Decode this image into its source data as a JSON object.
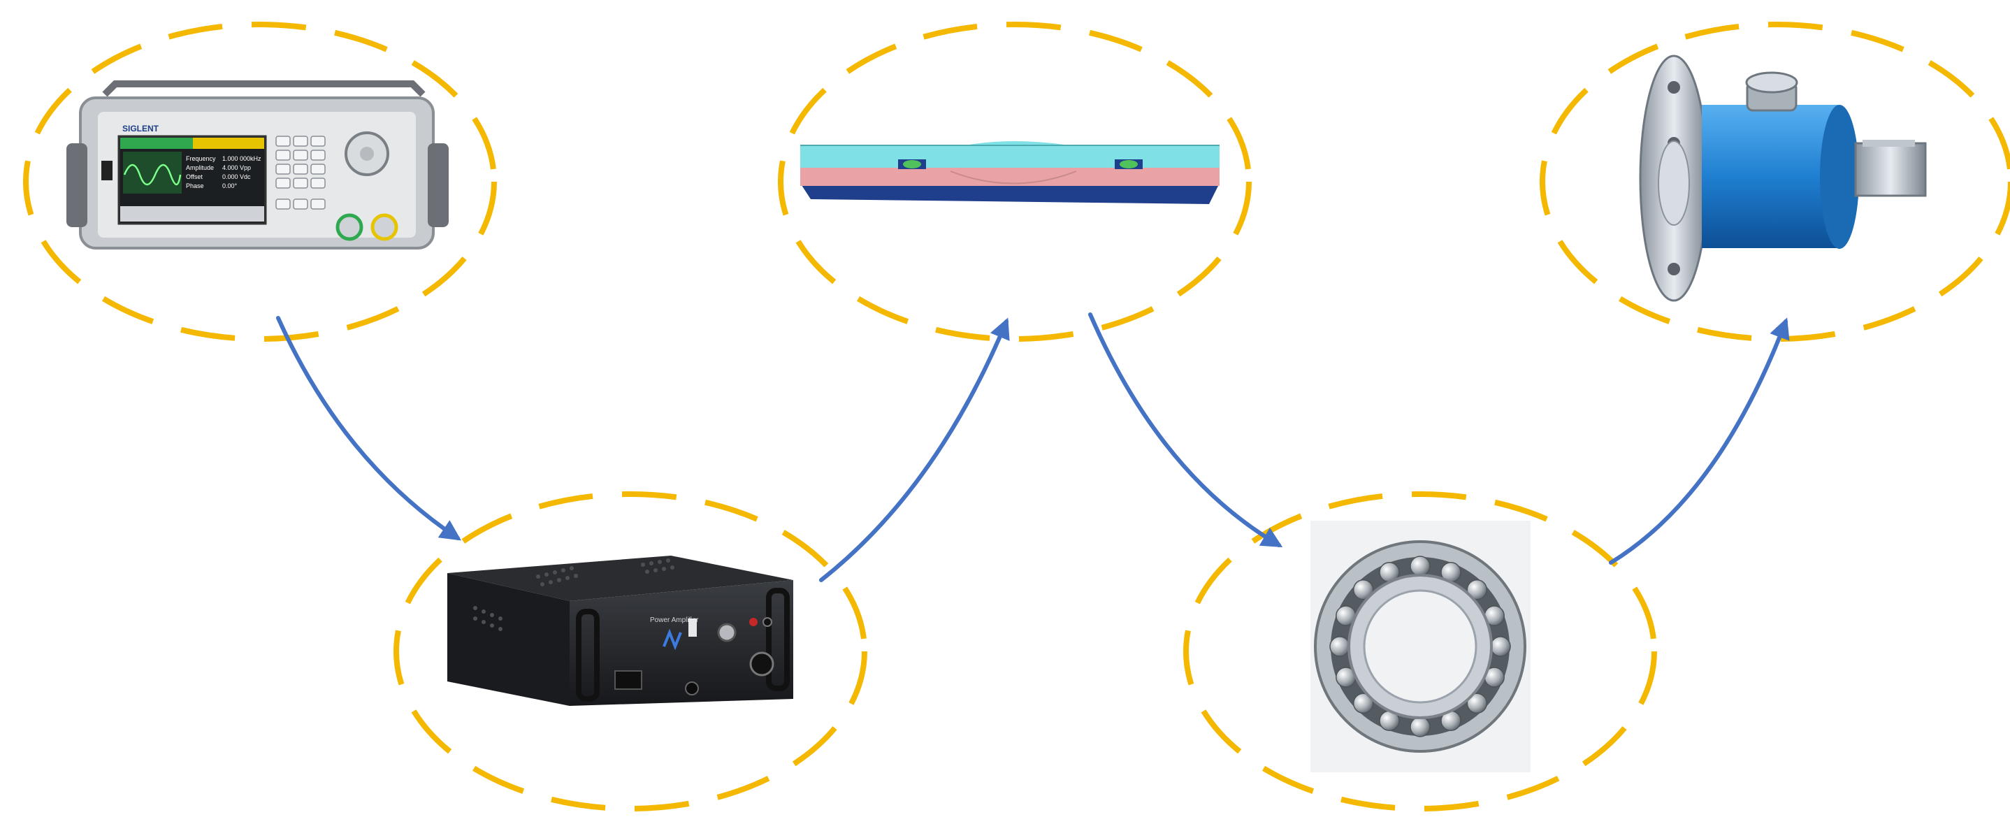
{
  "diagram": {
    "nodes": [
      {
        "id": "signal-generator",
        "icon": "signal-generator-icon",
        "screen_lines": [
          "SIGLENT",
          "Frequency",
          "Amplitude",
          "Offset",
          "Phase",
          "1.000 000kHz",
          "4.000 Vpp",
          "0.000 Vdc",
          "0.00°"
        ]
      },
      {
        "id": "power-amplifier",
        "icon": "power-amplifier-icon",
        "panel_label": "Power Amplifier"
      },
      {
        "id": "actuator-assembly",
        "icon": "actuator-assembly-icon"
      },
      {
        "id": "ball-bearing",
        "icon": "ball-bearing-icon"
      },
      {
        "id": "torque-sensor",
        "icon": "torque-sensor-icon"
      }
    ],
    "edges": [
      {
        "from": "signal-generator",
        "to": "power-amplifier"
      },
      {
        "from": "power-amplifier",
        "to": "actuator-assembly"
      },
      {
        "from": "actuator-assembly",
        "to": "ball-bearing"
      },
      {
        "from": "ball-bearing",
        "to": "torque-sensor"
      }
    ],
    "colors": {
      "ellipse_dash": "#f5b800",
      "arrow": "#4472c4",
      "device_body": "#c8ccd0",
      "screen_green": "#2fa84f",
      "amplifier_body": "#2a2c30",
      "actuator_top": "#7fe0e6",
      "actuator_mid": "#e9a3a6",
      "actuator_base": "#1f3f8c",
      "bearing_ring": "#9aa3ab",
      "sensor_blue": "#1f7fd1",
      "sensor_steel": "#b9c2cc"
    }
  }
}
